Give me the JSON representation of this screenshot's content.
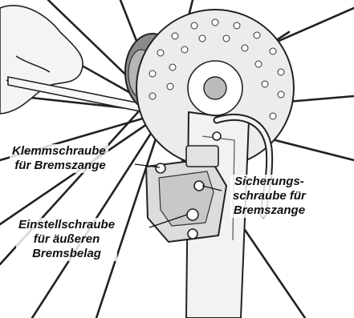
{
  "labels": {
    "clamp_screw": {
      "line1": "Klemmschraube",
      "line2": "für Bremszange"
    },
    "safety_screw": {
      "line1": "Sicherungs-",
      "line2": "schraube für",
      "line3": "Bremszange"
    },
    "adjust_screw": {
      "line1": "Einstellschraube",
      "line2": "für äußeren",
      "line3": "Bremsbelag"
    }
  },
  "colors": {
    "ink": "#111111",
    "paper": "#ffffff",
    "shade": "#9a9a9a"
  }
}
